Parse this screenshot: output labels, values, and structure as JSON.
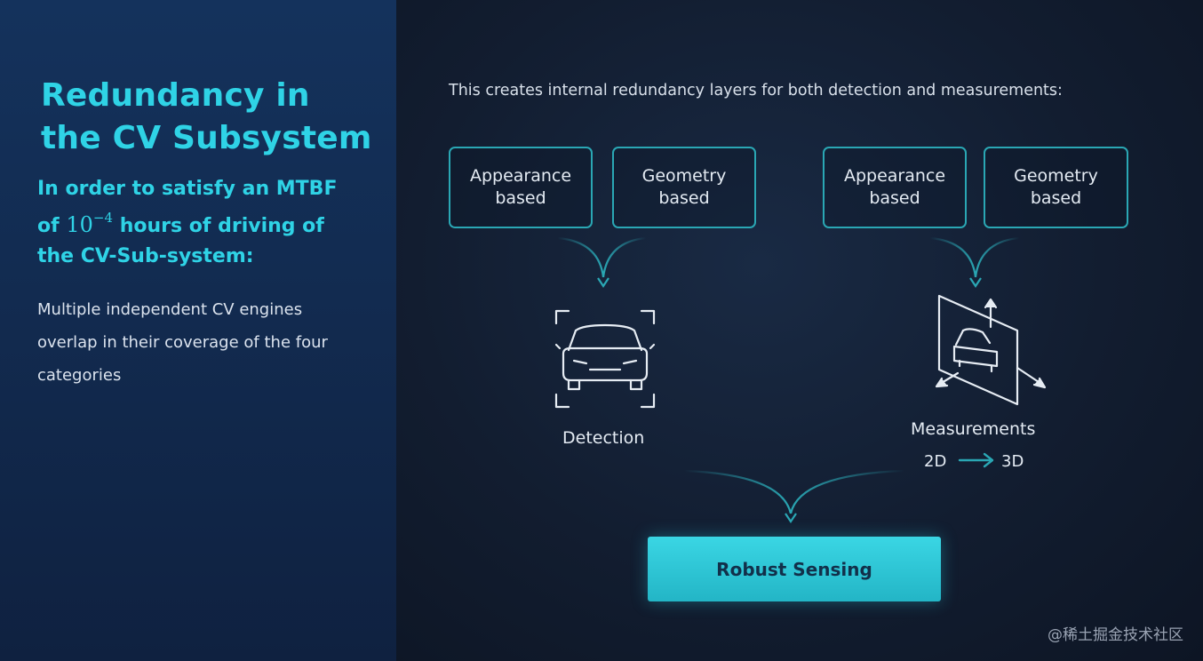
{
  "title": "Redundancy in the CV Subsystem",
  "subtitle": {
    "line1": "In order to satisfy an MTBF",
    "line2_prefix": "of",
    "line2_math_base": "10",
    "line2_math_exp": "−4",
    "line2_suffix": "hours of driving of",
    "line3": "the CV-Sub-system:"
  },
  "body_text": "Multiple independent CV engines overlap in their coverage of the four categories",
  "intro": "This creates internal redundancy layers for both detection and measurements:",
  "boxes": [
    {
      "label": "Appearance\nbased"
    },
    {
      "label": "Geometry\nbased"
    },
    {
      "label": "Appearance\nbased"
    },
    {
      "label": "Geometry\nbased"
    }
  ],
  "detection": {
    "label": "Detection",
    "icon": "car-front-detection-icon"
  },
  "measurements": {
    "label": "Measurements",
    "from": "2D",
    "to": "3D",
    "icon": "3d-plane-axes-icon"
  },
  "result": {
    "label": "Robust Sensing"
  },
  "watermark": "@稀土掘金技术社区",
  "colors": {
    "accent": "#2fd3e6",
    "box_border": "#2aa7b4",
    "button": "#2cc3d3"
  }
}
